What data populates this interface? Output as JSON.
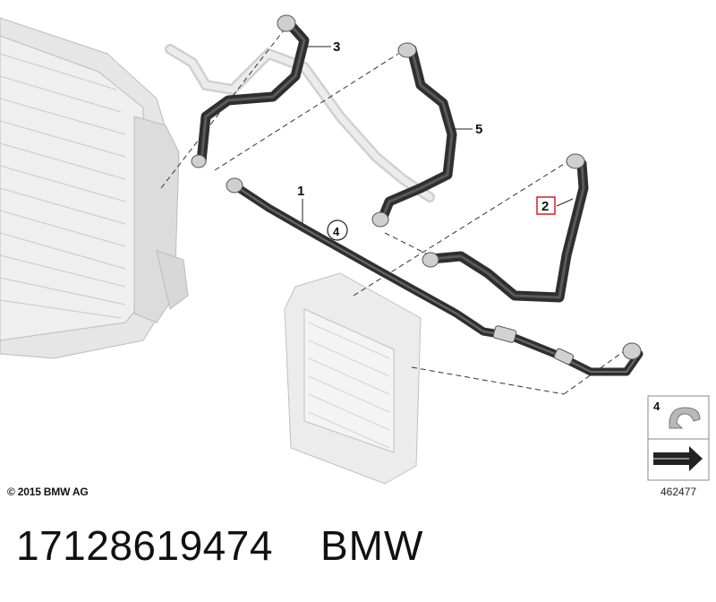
{
  "callouts": {
    "c1": "1",
    "c2": "2",
    "c3": "3",
    "c4": "4",
    "c5": "5",
    "legend_4": "4"
  },
  "copyright": "© 2015 BMW AG",
  "diagram_id": "462477",
  "caption": {
    "part_number": "17128619474",
    "brand": "BMW"
  },
  "colors": {
    "hose": "#3a3a3a",
    "hose_highlight": "#6a6a6a",
    "ghost_part": "#d4d4d4",
    "ghost_edge": "#b8b8b8",
    "highlight_box": "#d42020"
  }
}
